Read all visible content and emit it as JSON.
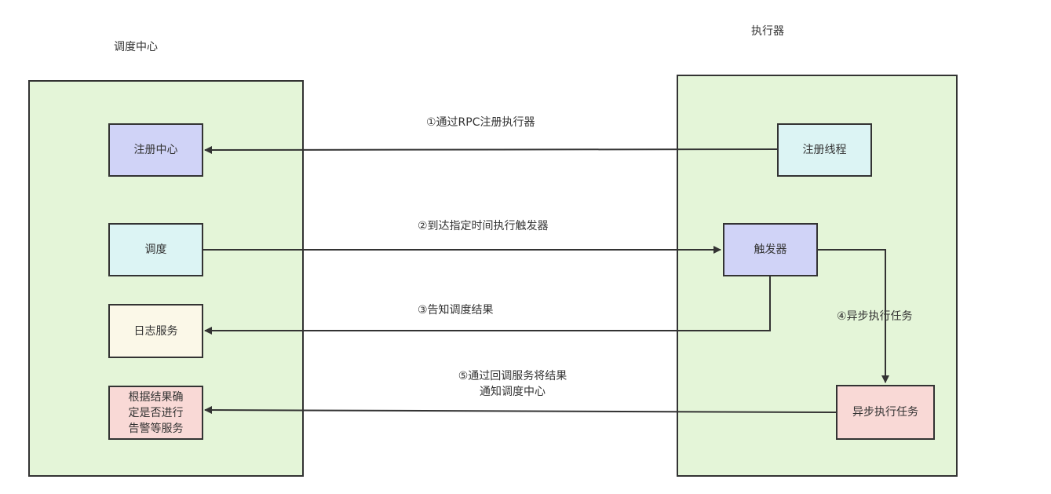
{
  "groups": {
    "scheduler": {
      "title": "调度中心",
      "fill": "#e4f5d8"
    },
    "executor": {
      "title": "执行器",
      "fill": "#e4f5d8"
    }
  },
  "nodes": {
    "registry_center": {
      "label": "注册中心",
      "fill": "#d0d3f7"
    },
    "schedule": {
      "label": "调度",
      "fill": "#dcf4f4"
    },
    "log_service": {
      "label": "日志服务",
      "fill": "#fbf8e8"
    },
    "alert_service": {
      "lines": [
        "根据结果确",
        "定是否进行",
        "告警等服务"
      ],
      "fill": "#f9d9d6"
    },
    "register_thread": {
      "label": "注册线程",
      "fill": "#dcf4f4"
    },
    "trigger": {
      "label": "触发器",
      "fill": "#d0d3f7"
    },
    "async_task": {
      "label": "异步执行任务",
      "fill": "#f9d9d6"
    }
  },
  "edges": {
    "e1": {
      "label": "①通过RPC注册执行器"
    },
    "e2": {
      "label": "②到达指定时间执行触发器"
    },
    "e3": {
      "label": "③告知调度结果"
    },
    "e4": {
      "label": "④异步执行任务"
    },
    "e5": {
      "lines": [
        "⑤通过回调服务将结果",
        "通知调度中心"
      ]
    }
  }
}
